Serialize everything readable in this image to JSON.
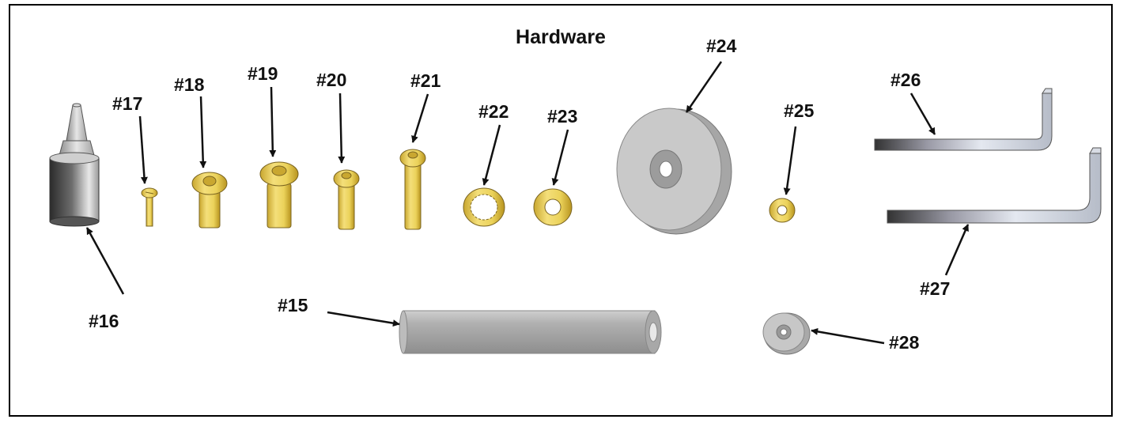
{
  "title": "Hardware",
  "parts": [
    {
      "id": "15",
      "label": "#15"
    },
    {
      "id": "16",
      "label": "#16"
    },
    {
      "id": "17",
      "label": "#17"
    },
    {
      "id": "18",
      "label": "#18"
    },
    {
      "id": "19",
      "label": "#19"
    },
    {
      "id": "20",
      "label": "#20"
    },
    {
      "id": "21",
      "label": "#21"
    },
    {
      "id": "22",
      "label": "#22"
    },
    {
      "id": "23",
      "label": "#23"
    },
    {
      "id": "24",
      "label": "#24"
    },
    {
      "id": "25",
      "label": "#25"
    },
    {
      "id": "26",
      "label": "#26"
    },
    {
      "id": "27",
      "label": "#27"
    },
    {
      "id": "28",
      "label": "#28"
    }
  ]
}
